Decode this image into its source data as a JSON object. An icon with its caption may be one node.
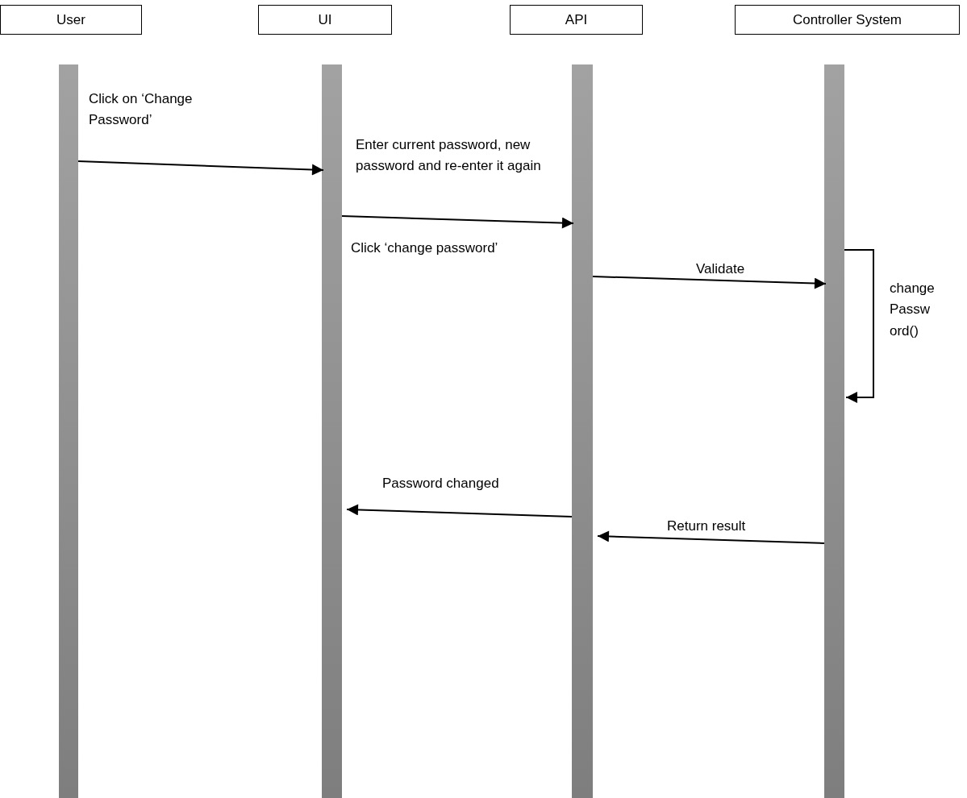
{
  "diagram": {
    "nodes": [
      {
        "text": [
          "User"
        ]
      },
      {
        "text": [
          "UI"
        ]
      },
      {
        "text": [
          "API"
        ]
      },
      {
        "text": [
          "Controller System"
        ]
      },
      {
        "text": [],
        "shape": "bar"
      },
      {
        "text": [],
        "shape": "bar"
      },
      {
        "text": [],
        "shape": "bar"
      },
      {
        "text": [],
        "shape": "bar"
      }
    ],
    "edges": [
      {
        "from": 4,
        "to": 5,
        "arrow": "to",
        "label": "Click on ‘Change Password’"
      },
      {
        "from": 5,
        "to": 6,
        "arrow": "to",
        "label": "Enter current password, new password and re-enter it again"
      },
      {
        "from": 6,
        "to": 7,
        "arrow": "to",
        "label": "Validate"
      },
      {
        "from": 7,
        "to": 7,
        "arrow": "to",
        "label": "change Passw ord()"
      },
      {
        "from": 6,
        "to": 5,
        "arrow": "to",
        "label": "Password changed"
      },
      {
        "from": 7,
        "to": 6,
        "arrow": "to",
        "label": "Return result"
      }
    ],
    "labels": [
      "Click ‘change password’"
    ]
  }
}
